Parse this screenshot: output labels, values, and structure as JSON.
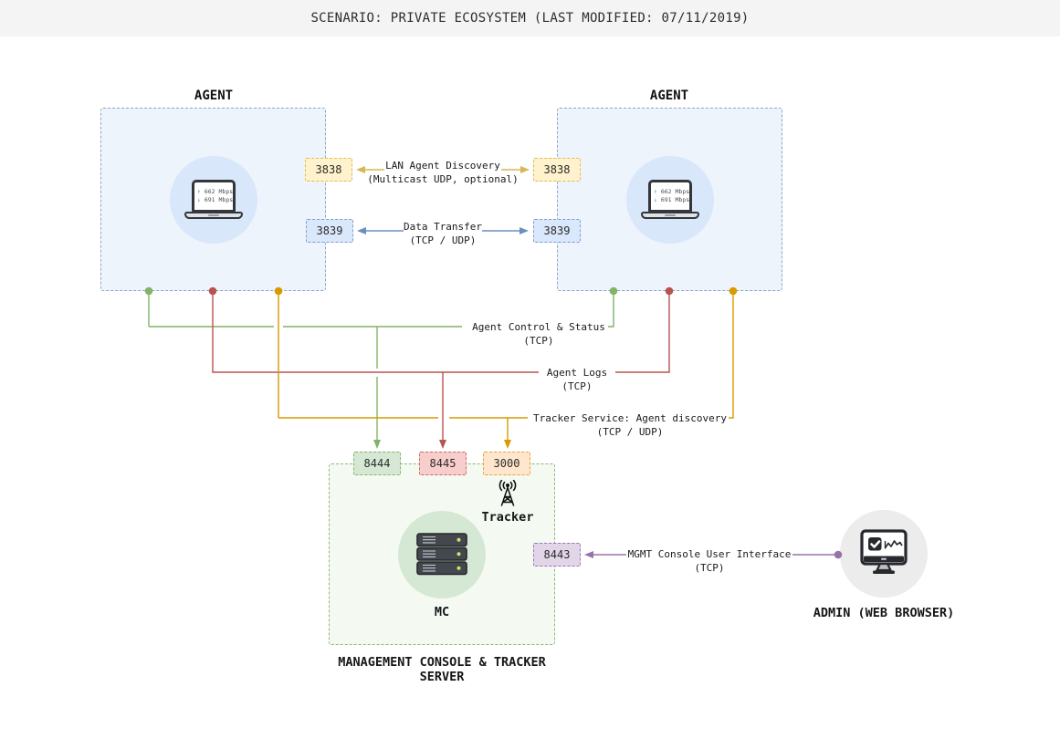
{
  "header": {
    "title": "SCENARIO: PRIVATE ECOSYSTEM (LAST MODIFIED: 07/11/2019)"
  },
  "agents": {
    "left": {
      "title": "AGENT",
      "upload": "662 Mbps",
      "download": "691 Mbps",
      "ports": {
        "discovery": "3838",
        "data": "3839"
      }
    },
    "right": {
      "title": "AGENT",
      "upload": "662 Mbps",
      "download": "691 Mbps",
      "ports": {
        "discovery": "3838",
        "data": "3839"
      }
    }
  },
  "links": {
    "lan_discovery": {
      "title": "LAN Agent Discovery",
      "subtitle": "(Multicast UDP, optional)"
    },
    "data_transfer": {
      "title": "Data Transfer",
      "subtitle": "(TCP / UDP)"
    },
    "agent_control": {
      "title": "Agent Control & Status",
      "subtitle": "(TCP)",
      "port": "8444"
    },
    "agent_logs": {
      "title": "Agent Logs",
      "subtitle": "(TCP)",
      "port": "8445"
    },
    "tracker_discovery": {
      "title": "Tracker Service: Agent discovery",
      "subtitle": "(TCP / UDP)",
      "port": "3000"
    },
    "mgmt_ui": {
      "title": "MGMT Console User Interface",
      "subtitle": "(TCP)",
      "port": "8443"
    }
  },
  "server": {
    "tracker_label": "Tracker",
    "mc_label": "MC",
    "caption_line1": "MANAGEMENT CONSOLE & TRACKER",
    "caption_line2": "SERVER"
  },
  "admin": {
    "label": "ADMIN (WEB BROWSER)"
  },
  "icons": [
    "laptop-icon",
    "server-rack-icon",
    "antenna-icon",
    "monitor-icon",
    "upload-arrow-icon",
    "download-arrow-icon"
  ],
  "colors": {
    "yellow": "#d6b656",
    "orange": "#d79b00",
    "blue": "#6c8ebf",
    "green": "#82b366",
    "red": "#b85450",
    "purple": "#9673a6",
    "agent_fill": "#eef4fc",
    "server_fill": "#f4faf2",
    "header_bg": "#f4f4f4"
  }
}
